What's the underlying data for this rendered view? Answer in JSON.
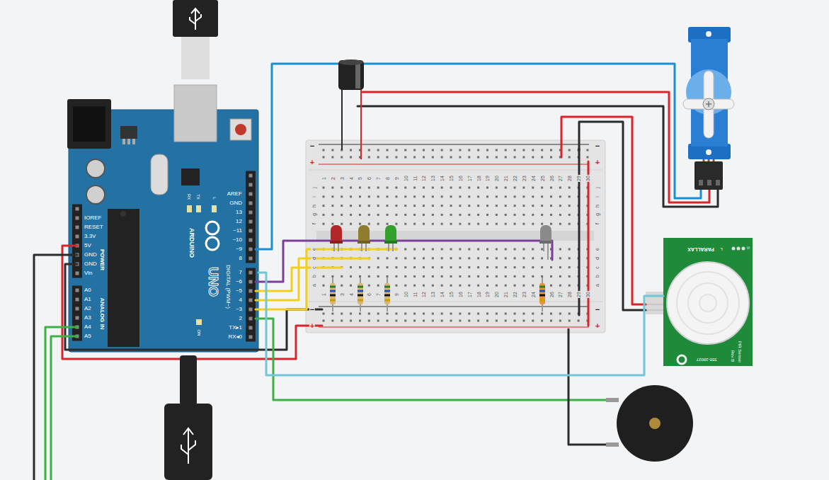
{
  "diagram": {
    "nodes": [
      {
        "text": [
          "AREF",
          "GND",
          "13",
          "12",
          "~11",
          "~10",
          "~9",
          "8",
          "7",
          "~6",
          "~5",
          "4",
          "~3",
          "2",
          "TX▸1",
          "RX◂0",
          "RX",
          "TX",
          "L",
          "ARDUINO",
          "UNO",
          "DIGITAL (PWM~)",
          "ON",
          "IOREF",
          "RESET",
          "3.3V",
          "5V",
          "GND",
          "GND",
          "Vin",
          "POWER",
          "A0",
          "A1",
          "A2",
          "A3",
          "A4",
          "A5",
          "ANALOG IN"
        ]
      },
      {
        "text": [
          "PARALLAX",
          "L",
          "S",
          "555-28027",
          "PIR Sensor",
          "Rev B"
        ]
      }
    ],
    "edges": [
      {
        "from": 0,
        "to": 1,
        "arrow": "none"
      }
    ],
    "labels": [
      "−",
      "+",
      "−",
      "+",
      "1",
      "2",
      "3",
      "4",
      "5",
      "6",
      "7",
      "8",
      "9",
      "10",
      "11",
      "12",
      "13",
      "14",
      "15",
      "16",
      "17",
      "18",
      "19",
      "20",
      "21",
      "22",
      "23",
      "24",
      "25",
      "26",
      "27",
      "28",
      "29",
      "30",
      "j",
      "i",
      "h",
      "g",
      "f",
      "e",
      "d",
      "c",
      "b",
      "a",
      "j",
      "i",
      "h",
      "g",
      "f",
      "e",
      "d",
      "c",
      "b",
      "a",
      "1",
      "3",
      "4",
      "6",
      "7",
      "9",
      "10",
      "11",
      "12",
      "13",
      "14",
      "15",
      "16",
      "17",
      "18",
      "19",
      "20",
      "21",
      "22",
      "23",
      "24",
      "26",
      "27",
      "28",
      "29",
      "30",
      "−",
      "+",
      "−",
      "+"
    ]
  }
}
